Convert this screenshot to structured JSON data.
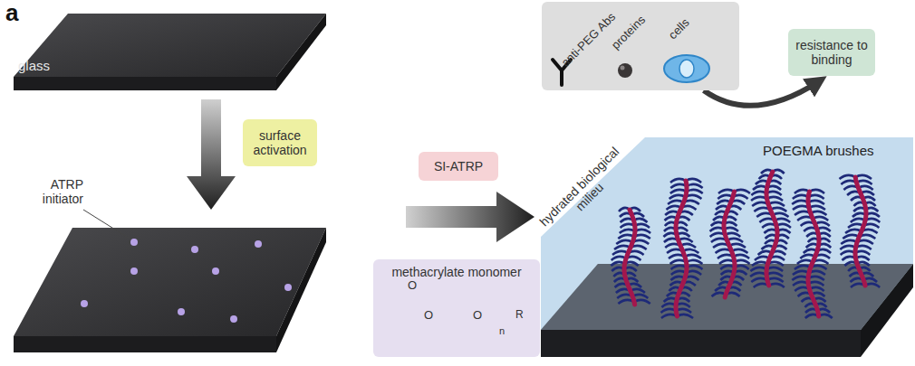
{
  "diagram": {
    "nodes": [
      {
        "text": [
          "surface activation"
        ]
      },
      {
        "text": [
          "SI-ATRP"
        ]
      },
      {
        "text": [
          "methacrylate monomer"
        ]
      },
      {
        "text": [
          "anti-PEG Abs",
          "proteins",
          "cells"
        ]
      },
      {
        "text": [
          "resistance to binding"
        ]
      }
    ],
    "edges": [
      {
        "from": 3,
        "to": 4,
        "arrow": "to"
      }
    ],
    "labels": [
      "a",
      "glass",
      "ATRP initiator",
      "O",
      "O",
      "O",
      "n",
      "R",
      "hydrated biological milieu",
      "POEGMA brushes"
    ]
  }
}
